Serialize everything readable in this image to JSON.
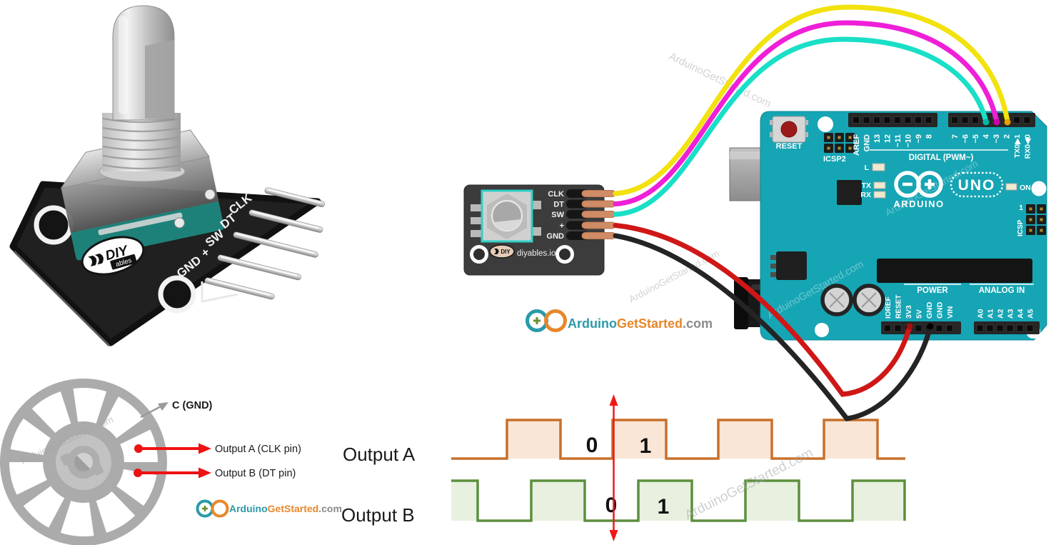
{
  "watermark": "ArduinoGetStarted.com",
  "colors": {
    "board_teal": "#16a5b4",
    "logo_teal": "#2a9aa8",
    "logo_orange": "#e8872b",
    "wire_clk": "#f2e20e",
    "wire_dt": "#ef1fd8",
    "wire_sw": "#19dfc7",
    "wire_vcc": "#cf1717",
    "wire_gnd": "#242424",
    "waveform_a_stroke": "#c8702b",
    "waveform_b_stroke": "#5d8f3f"
  },
  "photo_module": {
    "pin_labels": [
      "CLK",
      "DT",
      "SW",
      "+",
      "GND"
    ],
    "brand": "DIY",
    "brand_sub": "ables"
  },
  "wiring_module": {
    "pin_labels": [
      "CLK",
      "DT",
      "SW",
      "+",
      "GND"
    ],
    "logo": "DIY",
    "brand": "diyables.io"
  },
  "brand_logo": {
    "part1": "Arduino",
    "part2": "GetStarted",
    "part3": ".com"
  },
  "arduino": {
    "reset_label": "RESET",
    "icsp2_label": "ICSP2",
    "digital_section": "DIGITAL (PWM~)",
    "digital_left_pins": [
      "AREF",
      "GND",
      "13",
      "12",
      "~11",
      "~10",
      "~9",
      "8"
    ],
    "digital_right_pins": [
      "7",
      "~6",
      "~5",
      "4",
      "~3",
      "2"
    ],
    "tx_pin": "TX0▶1",
    "rx_pin": "RX0◀0",
    "led_l": "L",
    "led_tx": "TX",
    "led_rx": "RX",
    "brand": "ARDUINO",
    "model": "UNO",
    "on_label": "ON",
    "icsp_label": "ICSP",
    "icsp_pin1": "1",
    "power_section": "POWER",
    "analog_section": "ANALOG IN",
    "power_pins": [
      "IOREF",
      "RESET",
      "3V3",
      "5V",
      "GND",
      "GND",
      "VIN"
    ],
    "analog_pins": [
      "A0",
      "A1",
      "A2",
      "A3",
      "A4",
      "A5"
    ]
  },
  "disc": {
    "label_c": "C (GND)",
    "label_output_a": "Output A (CLK pin)",
    "label_output_b": "Output B (DT pin)"
  },
  "waveforms": {
    "output_a": "Output A",
    "output_b": "Output B",
    "a_low_label": "0",
    "a_high_label": "1",
    "b_low_label": "0",
    "b_high_label": "1",
    "a_levels": [
      0,
      1,
      0,
      1,
      0,
      1,
      0,
      1,
      0
    ],
    "b_levels": [
      1,
      0,
      1,
      0,
      1,
      0,
      1,
      0,
      1
    ],
    "relationship": "quadrature, 90 degrees out of phase"
  }
}
